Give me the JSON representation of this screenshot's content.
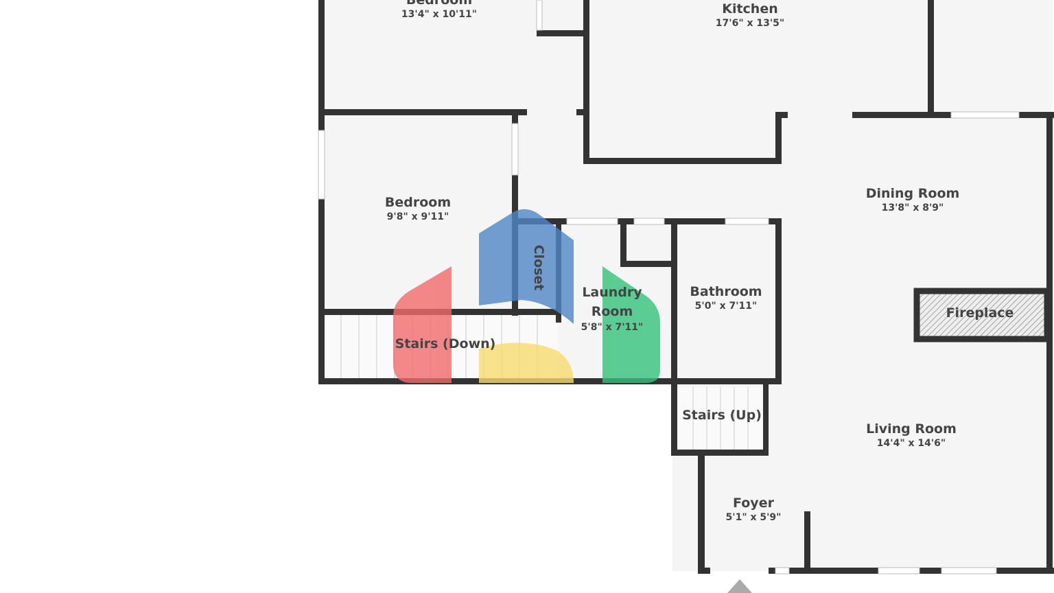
{
  "floorplan": {
    "rooms": [
      {
        "name": "Bedroom",
        "dims": "13'4\" x 10'11\""
      },
      {
        "name": "Kitchen",
        "dims": "17'6\" x 13'5\""
      },
      {
        "name": "Bedroom",
        "dims": "9'8\" x 9'11\""
      },
      {
        "name": "Dining Room",
        "dims": "13'8\" x 8'9\""
      },
      {
        "name": "Closet"
      },
      {
        "name": "Laundry Room",
        "dims": "5'8\" x 7'11\""
      },
      {
        "name": "Bathroom",
        "dims": "5'0\" x 7'11\""
      },
      {
        "name": "Fireplace"
      },
      {
        "name": "Stairs (Down)"
      },
      {
        "name": "Stairs (Up)"
      },
      {
        "name": "Living Room",
        "dims": "14'4\" x 14'6\""
      },
      {
        "name": "Foyer",
        "dims": "5'1\" x 5'9\""
      }
    ],
    "colors": {
      "wall": "#333333",
      "floor": "#f5f5f5"
    },
    "overlay_colors": [
      "#f26b6b",
      "#4f86c6",
      "#f7dc6f",
      "#34c27a"
    ],
    "entrance_icon": "entrance-arrow-icon"
  }
}
